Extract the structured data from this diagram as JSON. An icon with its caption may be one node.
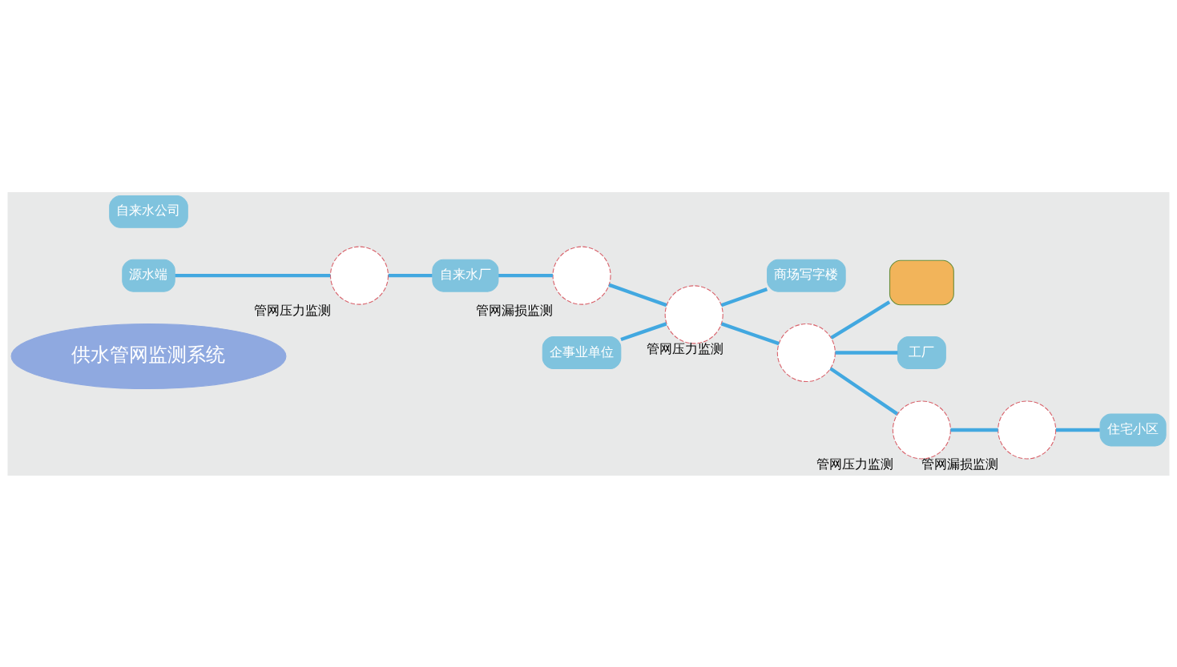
{
  "diagram": {
    "nodes": [
      {
        "text": [
          "供水管网监测系统"
        ]
      },
      {
        "text": [
          "源水端"
        ]
      },
      {
        "text": [],
        "shape": "circle",
        "beside": [
          "管网压力监测"
        ]
      },
      {
        "text": [
          "自来水厂"
        ]
      },
      {
        "text": [],
        "shape": "circle",
        "beside": [
          "管网漏损监测"
        ]
      },
      {
        "text": [
          "企事业单位"
        ]
      },
      {
        "text": [],
        "shape": "circle",
        "beside": [
          "管网压力监测"
        ]
      },
      {
        "text": [
          "商场写字楼"
        ]
      },
      {
        "text": [],
        "shape": "circle"
      },
      {
        "text": [],
        "shape": "box"
      },
      {
        "text": [
          "工厂"
        ]
      },
      {
        "text": [
          "自来水公司"
        ]
      },
      {
        "text": [],
        "shape": "circle",
        "beside": [
          "管网压力监测"
        ]
      },
      {
        "text": [],
        "shape": "circle",
        "beside": [
          "管网漏损监测"
        ]
      },
      {
        "text": [
          "住宅小区"
        ]
      }
    ],
    "edges": [
      {
        "from": 1,
        "to": 2,
        "arrow": "none"
      },
      {
        "from": 2,
        "to": 3,
        "arrow": "none"
      },
      {
        "from": 3,
        "to": 4,
        "arrow": "none"
      },
      {
        "from": 4,
        "to": 6,
        "arrow": "none"
      },
      {
        "from": 5,
        "to": 6,
        "arrow": "none"
      },
      {
        "from": 6,
        "to": 7,
        "arrow": "none"
      },
      {
        "from": 6,
        "to": 8,
        "arrow": "none"
      },
      {
        "from": 8,
        "to": 9,
        "arrow": "none"
      },
      {
        "from": 8,
        "to": 10,
        "arrow": "none"
      },
      {
        "from": 8,
        "to": 12,
        "arrow": "none"
      },
      {
        "from": 12,
        "to": 13,
        "arrow": "none"
      },
      {
        "from": 13,
        "to": 14,
        "arrow": "none"
      }
    ]
  }
}
